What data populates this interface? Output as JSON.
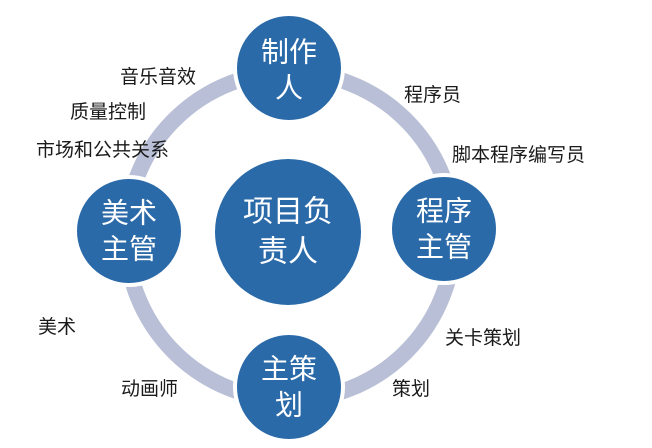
{
  "colors": {
    "ring": "#b8bfd6",
    "node_fill": "#2b6aa9",
    "node_stroke": "#ffffff",
    "text": "#1a1a1a"
  },
  "center": {
    "lines": [
      "项目负",
      "责人"
    ]
  },
  "nodes": {
    "producer": {
      "lines": [
        "制作",
        "人"
      ]
    },
    "art_lead": {
      "lines": [
        "美术",
        "主管"
      ]
    },
    "program_lead": {
      "lines": [
        "程序",
        "主管"
      ]
    },
    "design_lead": {
      "lines": [
        "主策",
        "划"
      ]
    }
  },
  "labels": {
    "audio": "音乐音效",
    "qa": "质量控制",
    "pr": "市场和公共关系",
    "programmer": "程序员",
    "script_writer": "脚本程序编写员",
    "level_design": "关卡策划",
    "designer": "策划",
    "animator": "动画师",
    "art": "美术"
  }
}
